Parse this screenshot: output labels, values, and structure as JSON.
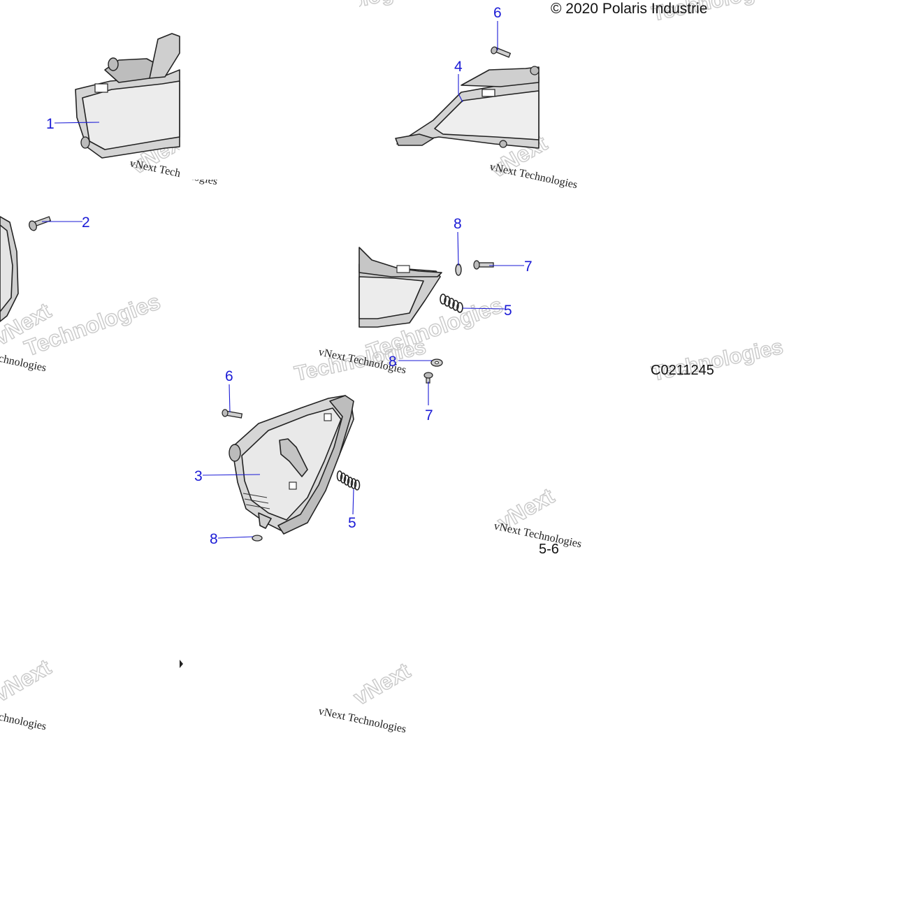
{
  "copyright": "© 2020 Polaris Industrie",
  "diagram_code": "C0211245",
  "page_number": "5-6",
  "watermarks": {
    "technologies": "Technologies",
    "vnext_technologies": "vNext Technologies",
    "vnext": "vNext"
  },
  "callouts": [
    {
      "id": "1",
      "label": "1"
    },
    {
      "id": "2",
      "label": "2"
    },
    {
      "id": "3",
      "label": "3"
    },
    {
      "id": "4",
      "label": "4"
    },
    {
      "id": "5a",
      "label": "5"
    },
    {
      "id": "5b",
      "label": "5"
    },
    {
      "id": "6a",
      "label": "6"
    },
    {
      "id": "6b",
      "label": "6"
    },
    {
      "id": "7a",
      "label": "7"
    },
    {
      "id": "7b",
      "label": "7"
    },
    {
      "id": "8a",
      "label": "8"
    },
    {
      "id": "8b",
      "label": "8"
    },
    {
      "id": "8c",
      "label": "8"
    }
  ],
  "colors": {
    "callout": "#1a1ad6",
    "part_fill": "#d9d9d9",
    "part_stroke": "#222222",
    "watermark": "#c9c9c9"
  }
}
